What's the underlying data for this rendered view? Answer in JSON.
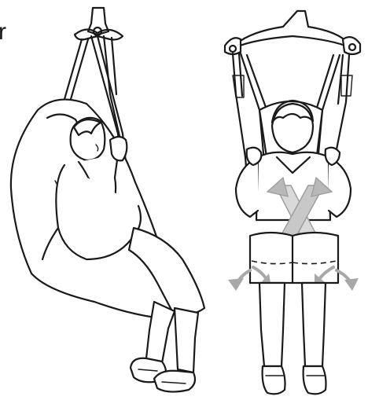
{
  "illustration": {
    "scene_label": "r",
    "figures": [
      "side-view-seated-sling",
      "front-view-seated-sling"
    ],
    "icons": [
      "crossed-leg-straps-icon",
      "rotate-left-arrow-icon",
      "rotate-right-arrow-icon"
    ],
    "colors": {
      "outline": "#1a1a1a",
      "highlight_arrow": "#b8b8b8",
      "background": "#ffffff"
    }
  }
}
